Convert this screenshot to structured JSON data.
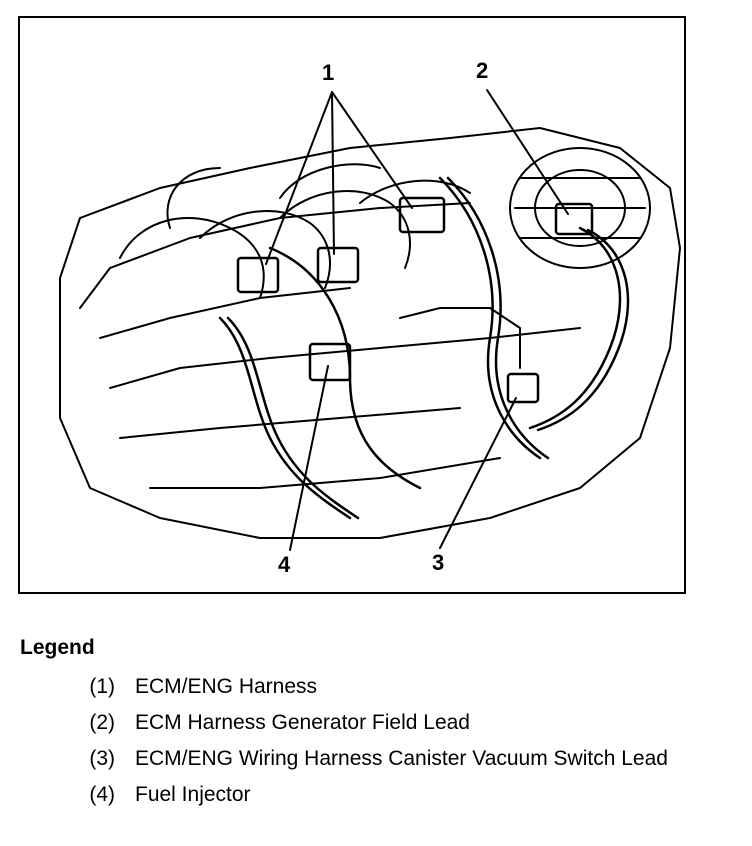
{
  "callouts": [
    {
      "id": "1",
      "label": "1"
    },
    {
      "id": "2",
      "label": "2"
    },
    {
      "id": "3",
      "label": "3"
    },
    {
      "id": "4",
      "label": "4"
    }
  ],
  "legend": {
    "title": "Legend",
    "items": [
      {
        "num": "(1)",
        "text": "ECM/ENG Harness"
      },
      {
        "num": "(2)",
        "text": "ECM Harness Generator Field Lead"
      },
      {
        "num": "(3)",
        "text": "ECM/ENG Wiring Harness Canister Vacuum Switch Lead"
      },
      {
        "num": "(4)",
        "text": "Fuel Injector"
      }
    ]
  }
}
